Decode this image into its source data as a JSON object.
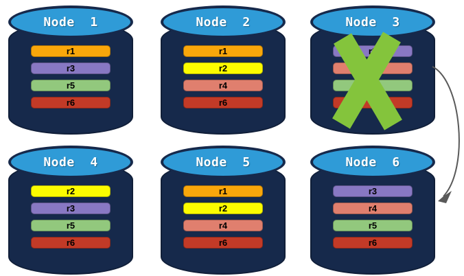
{
  "diagram": {
    "description": "Six database nodes with replica partitions; Node 3 is failed and its replicas fail over to Node 6",
    "palette": {
      "cylinder_body": "#16294B",
      "cylinder_top": "#2F9BD7",
      "title_color": "#FFFFFF",
      "x_mark_green": "#84C43C",
      "arrow_gray": "#595959"
    },
    "nodes": [
      {
        "title": "Node  1",
        "failed": false,
        "replicas": [
          {
            "label": "r1",
            "color": "#F9A70B"
          },
          {
            "label": "r3",
            "color": "#8878C3"
          },
          {
            "label": "r5",
            "color": "#92C87D"
          },
          {
            "label": "r6",
            "color": "#C23A27"
          }
        ]
      },
      {
        "title": "Node  2",
        "failed": false,
        "replicas": [
          {
            "label": "r1",
            "color": "#F9A70B"
          },
          {
            "label": "r2",
            "color": "#FCFC00"
          },
          {
            "label": "r4",
            "color": "#E07F6E"
          },
          {
            "label": "r6",
            "color": "#C23A27"
          }
        ]
      },
      {
        "title": "Node  3",
        "failed": true,
        "replicas": [
          {
            "label": "r3",
            "color": "#8878C3"
          },
          {
            "label": "",
            "color": "#E07F6E"
          },
          {
            "label": "",
            "color": "#92C87D"
          },
          {
            "label": "",
            "color": "#C23A27"
          }
        ]
      },
      {
        "title": "Node  4",
        "failed": false,
        "replicas": [
          {
            "label": "r2",
            "color": "#FCFC00"
          },
          {
            "label": "r3",
            "color": "#8878C3"
          },
          {
            "label": "r5",
            "color": "#92C87D"
          },
          {
            "label": "r6",
            "color": "#C23A27"
          }
        ]
      },
      {
        "title": "Node  5",
        "failed": false,
        "replicas": [
          {
            "label": "r1",
            "color": "#F9A70B"
          },
          {
            "label": "r2",
            "color": "#FCFC00"
          },
          {
            "label": "r4",
            "color": "#E07F6E"
          },
          {
            "label": "r6",
            "color": "#C23A27"
          }
        ]
      },
      {
        "title": "Node  6",
        "failed": false,
        "replicas": [
          {
            "label": "r3",
            "color": "#8878C3"
          },
          {
            "label": "r4",
            "color": "#E07F6E"
          },
          {
            "label": "r5",
            "color": "#92C87D"
          },
          {
            "label": "r6",
            "color": "#C23A27"
          }
        ]
      }
    ],
    "arrow": {
      "from": "Node 3",
      "to": "Node 6"
    }
  }
}
